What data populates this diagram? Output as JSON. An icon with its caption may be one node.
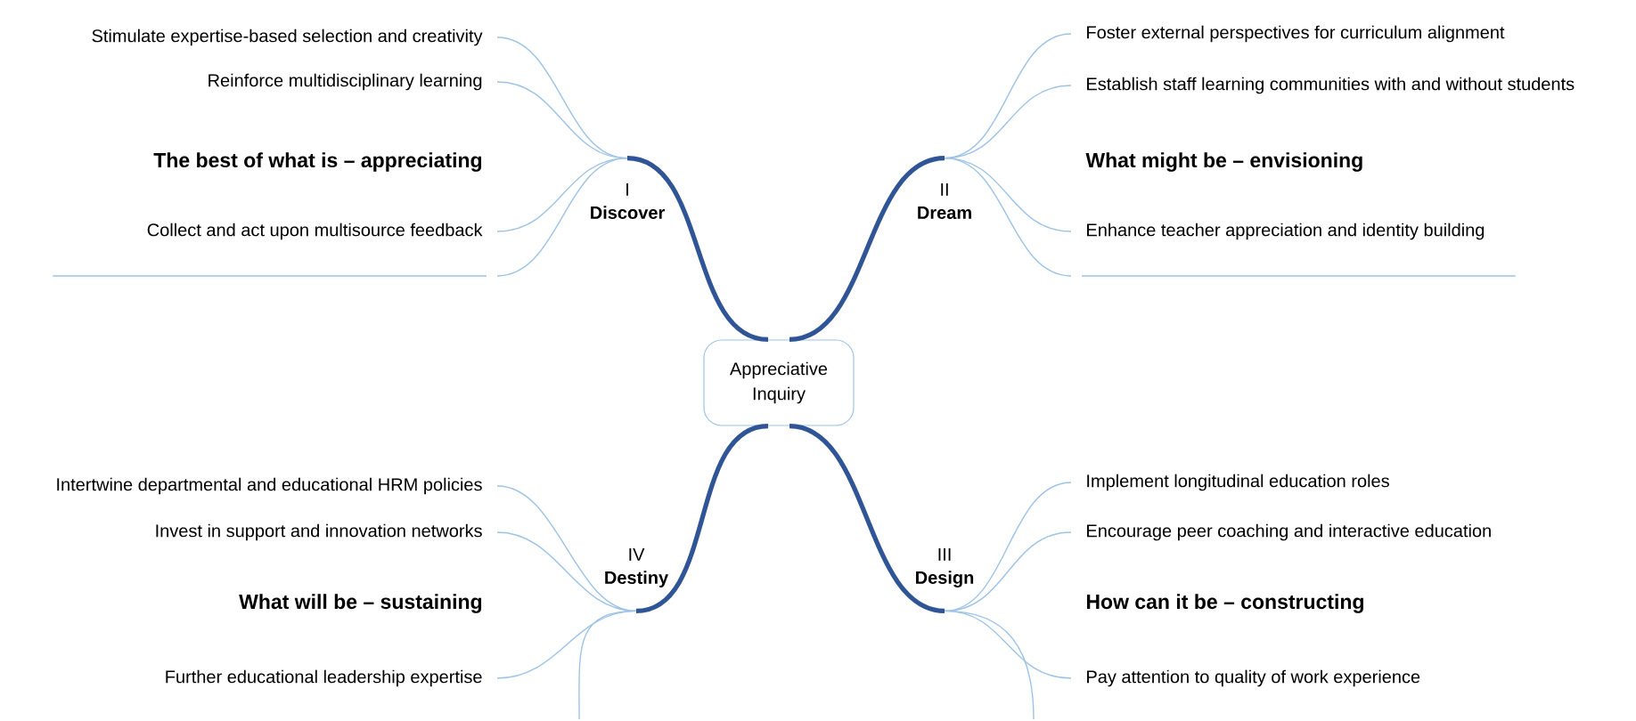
{
  "diagram": {
    "nodes": [
      {
        "text": [
          "Appreciative Inquiry"
        ]
      },
      {
        "text": [
          "I",
          "Discover"
        ]
      },
      {
        "text": [
          "II",
          "Dream"
        ]
      },
      {
        "text": [
          "III",
          "Design"
        ]
      },
      {
        "text": [
          "IV",
          "Destiny"
        ]
      },
      {
        "text": [
          "Stimulate expertise-based selection and creativity"
        ]
      },
      {
        "text": [
          "Reinforce multidisciplinary learning"
        ]
      },
      {
        "text": [
          "Collect and act upon multisource feedback"
        ]
      },
      {
        "text": [],
        "shape": "line"
      },
      {
        "text": [
          "Foster external perspectives for curriculum alignment"
        ]
      },
      {
        "text": [
          "Establish staff learning communities with and without students"
        ]
      },
      {
        "text": [
          "Enhance teacher appreciation and identity building"
        ]
      },
      {
        "text": [],
        "shape": "line"
      },
      {
        "text": [
          "Implement longitudinal education roles"
        ]
      },
      {
        "text": [
          "Encourage peer coaching and interactive education"
        ]
      },
      {
        "text": [
          "Pay attention to quality of work experience"
        ]
      },
      {
        "text": [
          "Intertwine departmental and educational HRM policies"
        ]
      },
      {
        "text": [
          "Invest in support and innovation networks"
        ]
      },
      {
        "text": [
          "Further educational leadership expertise"
        ]
      }
    ],
    "edges": [
      {
        "from": 0,
        "to": 1,
        "arrow": "none",
        "style": "thick",
        "color": "#2f5597"
      },
      {
        "from": 0,
        "to": 2,
        "arrow": "none",
        "style": "thick",
        "color": "#2f5597"
      },
      {
        "from": 0,
        "to": 3,
        "arrow": "none",
        "style": "thick",
        "color": "#2f5597"
      },
      {
        "from": 0,
        "to": 4,
        "arrow": "none",
        "style": "thick",
        "color": "#2f5597"
      },
      {
        "from": 1,
        "to": 5,
        "arrow": "none"
      },
      {
        "from": 1,
        "to": 6,
        "arrow": "none"
      },
      {
        "from": 1,
        "to": 7,
        "arrow": "none"
      },
      {
        "from": 1,
        "to": 8,
        "arrow": "none"
      },
      {
        "from": 2,
        "to": 9,
        "arrow": "none"
      },
      {
        "from": 2,
        "to": 10,
        "arrow": "none"
      },
      {
        "from": 2,
        "to": 11,
        "arrow": "none"
      },
      {
        "from": 2,
        "to": 12,
        "arrow": "none"
      },
      {
        "from": 3,
        "to": 13,
        "arrow": "none"
      },
      {
        "from": 3,
        "to": 14,
        "arrow": "none"
      },
      {
        "from": 3,
        "to": 15,
        "arrow": "none"
      },
      {
        "from": 3,
        "to": null,
        "arrow": "none"
      },
      {
        "from": 4,
        "to": 16,
        "arrow": "none"
      },
      {
        "from": 4,
        "to": 17,
        "arrow": "none"
      },
      {
        "from": 4,
        "to": 18,
        "arrow": "none"
      },
      {
        "from": 4,
        "to": null,
        "arrow": "none"
      }
    ],
    "labels": [
      "The best of what is – appreciating",
      "What might be – envisioning",
      "How can it be –  constructing",
      "What will be – sustaining"
    ]
  }
}
